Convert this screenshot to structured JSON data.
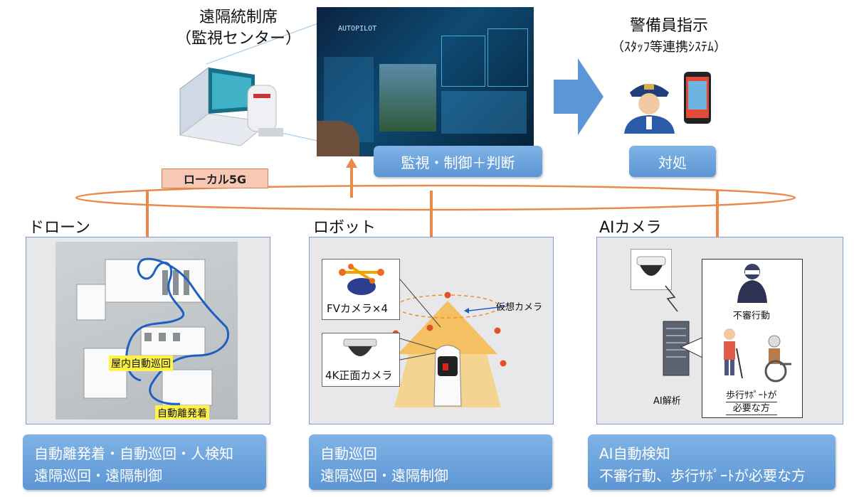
{
  "top": {
    "center_title_line1": "遠隔統制席",
    "center_title_line2": "（監視センター）",
    "center_box": "監視・制御＋判断",
    "guard_title_line1": "警備員指示",
    "guard_title_line2": "（ｽﾀｯﾌ等連携ｼｽﾃﾑ）",
    "guard_box": "対処",
    "screen_text": "AUTOPILOT",
    "network_label": "ローカル5G"
  },
  "drone": {
    "label": "ドローン",
    "map_label_indoor": "屋内自動巡回",
    "map_label_takeoff": "自動離発着",
    "desc_line1": "自動離発着・自動巡回・人検知",
    "desc_line2": "遠隔巡回・遠隔制御"
  },
  "robot": {
    "label": "ロボット",
    "fv_camera": "FVカメラ×4",
    "front_camera": "4K正面カメラ",
    "virtual_camera": "仮想カメラ",
    "desc_line1": "自動巡回",
    "desc_line2": "遠隔巡回・遠隔制御"
  },
  "ai_camera": {
    "label": "AIカメラ",
    "analysis": "AI解析",
    "suspicious": "不審行動",
    "support_line1": "歩行ｻﾎﾟｰﾄが",
    "support_line2": "必要な方",
    "desc_line1": "AI自動検知",
    "desc_line2": "不審行動、歩行ｻﾎﾟｰﾄが必要な方"
  },
  "colors": {
    "accent_blue": "#5d96d4",
    "network_orange": "#ea8a4a",
    "panel_gray": "#e8e8ea",
    "highlight_yellow": "#fff34a"
  }
}
